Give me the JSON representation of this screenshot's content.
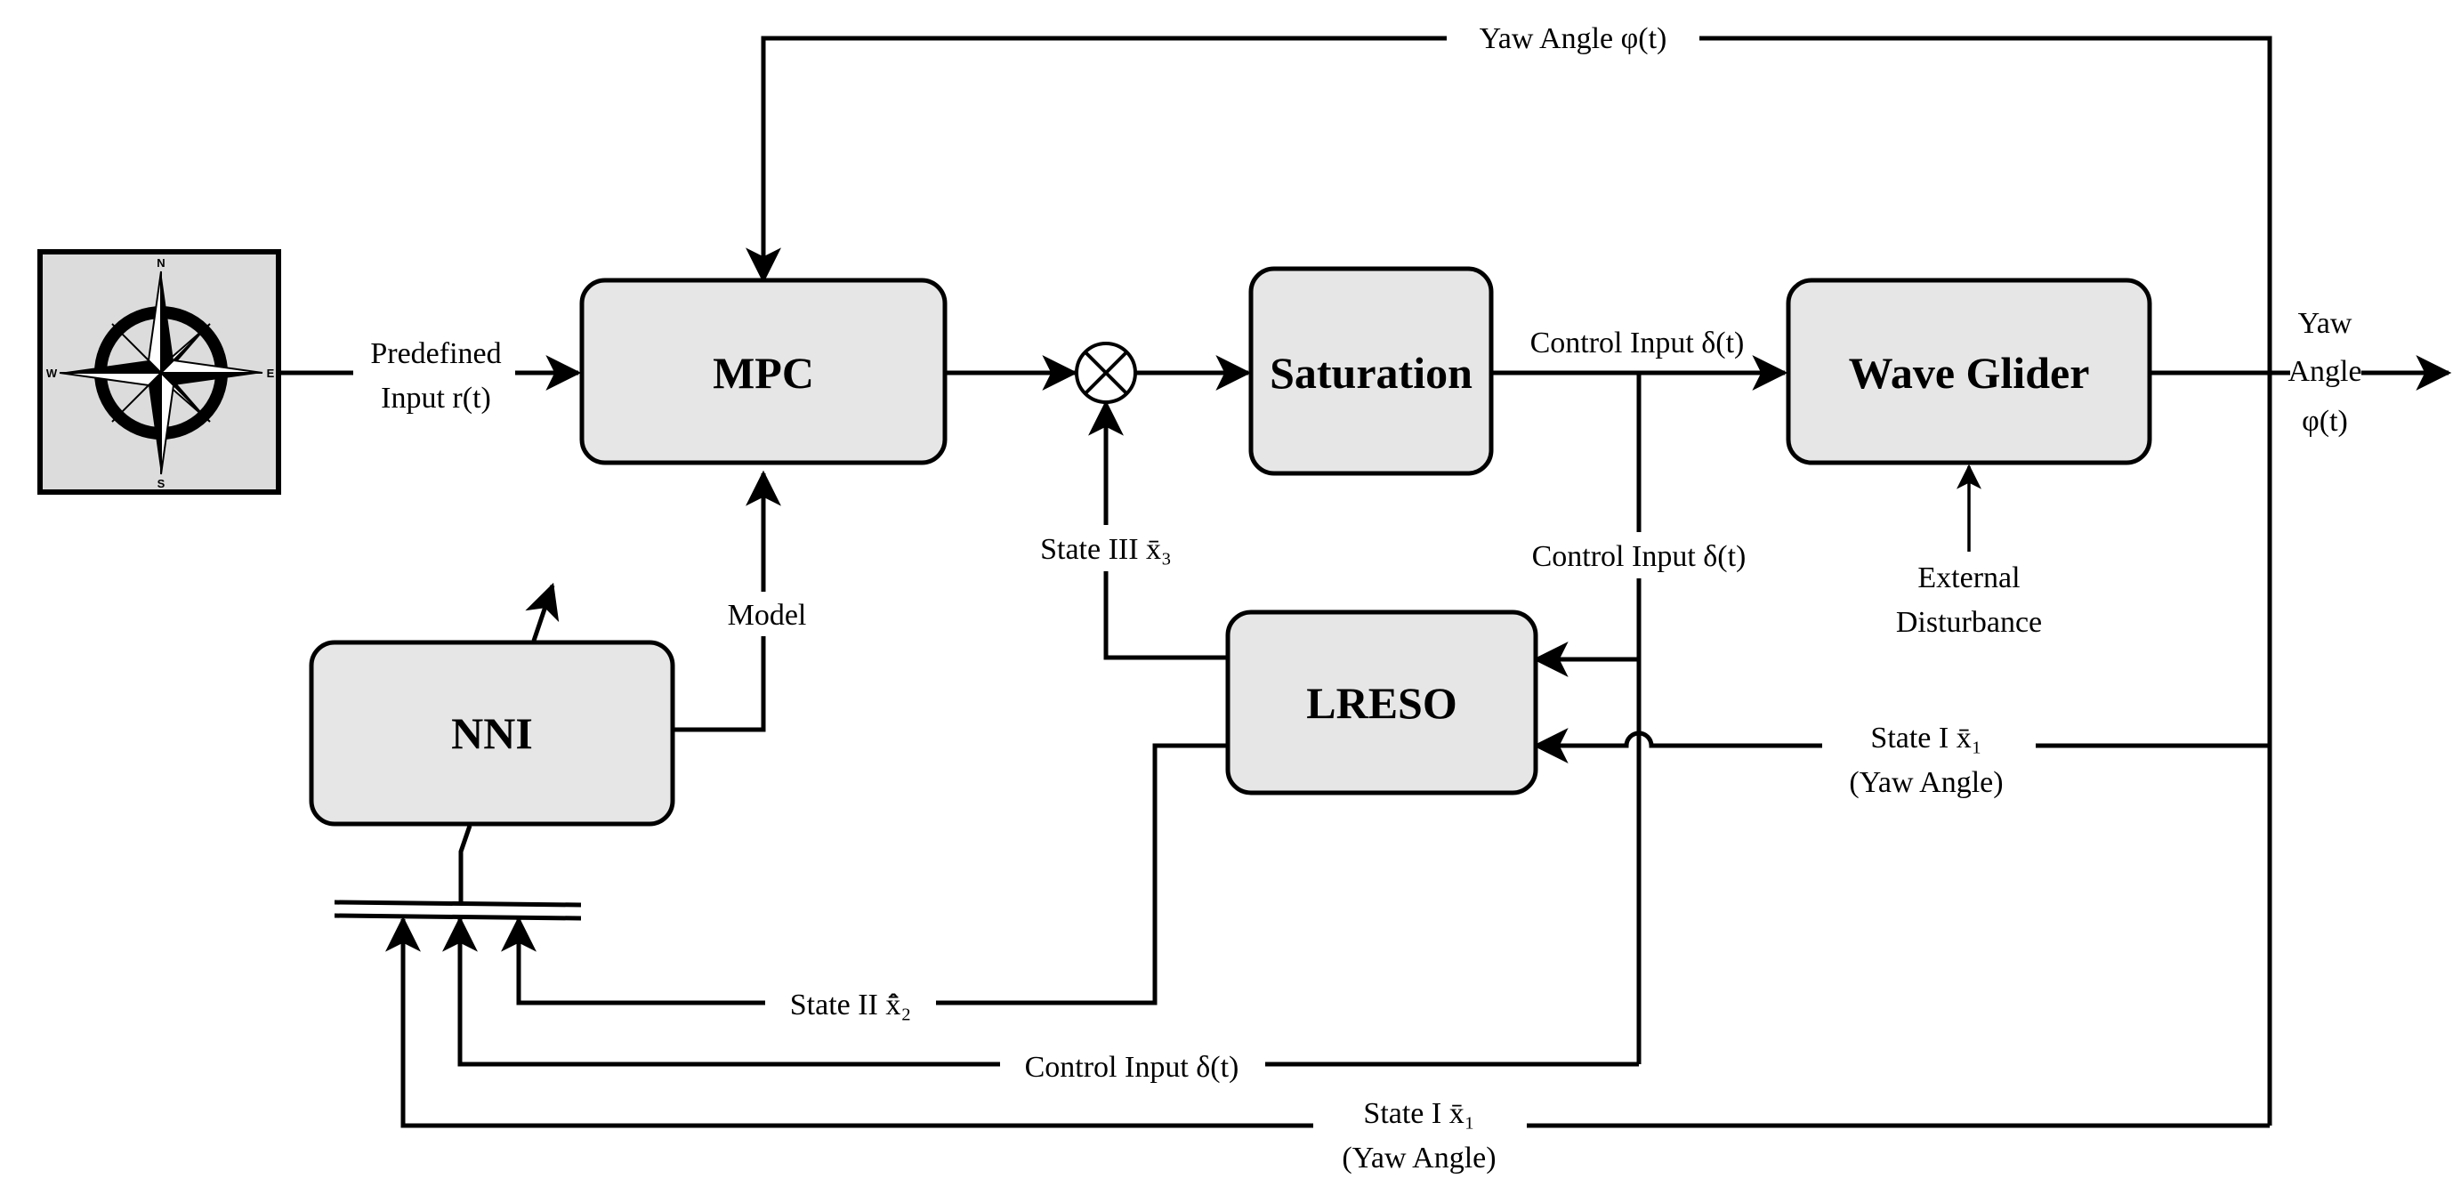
{
  "blocks": {
    "mpc": "MPC",
    "saturation": "Saturation",
    "wave_glider": "Wave Glider",
    "lreso": "LRESO",
    "nni": "NNI"
  },
  "compass": {
    "n": "N",
    "s": "S",
    "e": "E",
    "w": "W"
  },
  "labels": {
    "predefined_1": "Predefined",
    "predefined_2": "Input r(t)",
    "yaw_top": "Yaw Angle  φ(t)",
    "control_input_top": "Control Input δ(t)",
    "control_input_mid": "Control Input δ(t)",
    "control_input_bottom": "Control Input δ(t)",
    "yaw_out_1": "Yaw",
    "yaw_out_2": "Angle",
    "yaw_out_3": "φ(t)",
    "external_1": "External",
    "external_2": "Disturbance",
    "state3": "State III  x̄₃",
    "model": "Model",
    "state1_right_1": "State I  x̄₁",
    "state1_right_2": "(Yaw Angle)",
    "state2": "State II  x̄̂₂",
    "state1_bottom_1": "State I  x̄₁",
    "state1_bottom_2": "(Yaw Angle)"
  }
}
